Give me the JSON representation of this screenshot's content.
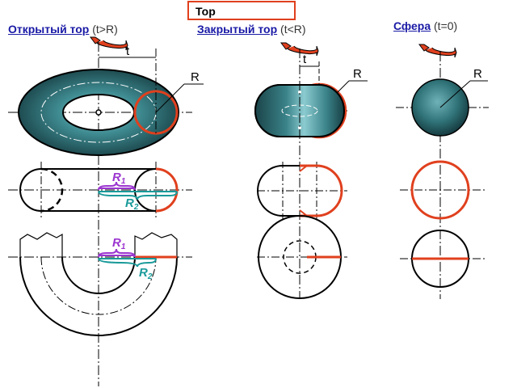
{
  "title": "Тор",
  "headings": {
    "open": {
      "name": "Открытый тор",
      "cond": "(t>R)"
    },
    "closed": {
      "name": "Закрытый тор",
      "cond": "(t<R)"
    },
    "sphere": {
      "name": "Сфера",
      "cond": "(t=0)"
    }
  },
  "labels": {
    "t": "t",
    "R": "R",
    "R1": "R",
    "R2": "R",
    "sub1": "1",
    "sub2": "2"
  },
  "colors": {
    "accent": "#e0401e",
    "fill_dark": "#1f4f55",
    "fill_light": "#4f9aa0",
    "r1_color": "#9b35d0",
    "r2_color": "#1a9a9a",
    "link": "#1a1aa6"
  },
  "icons": {
    "rotation_arrow": "curved-rotation-arrow-icon"
  }
}
